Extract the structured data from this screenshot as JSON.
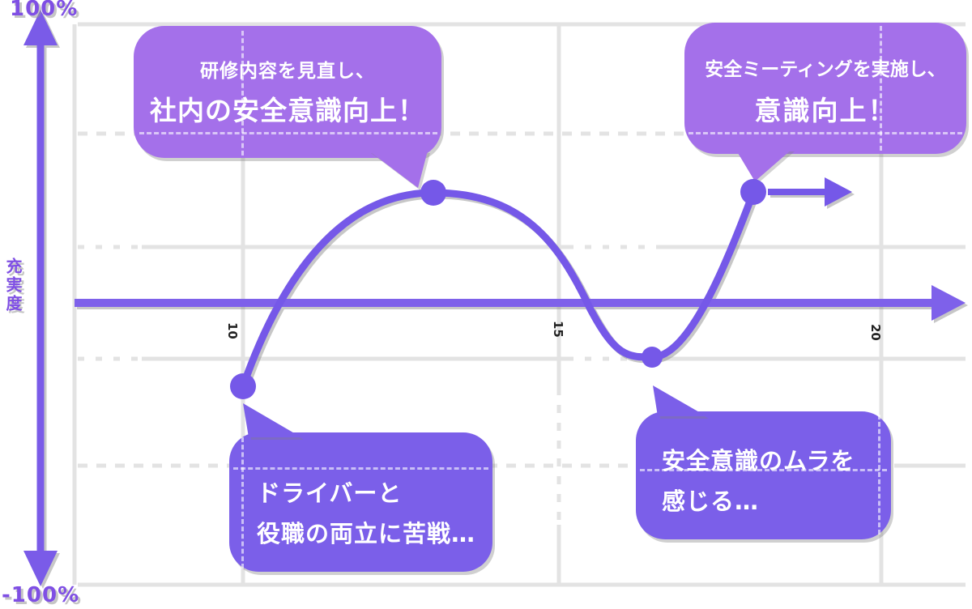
{
  "y_axis": {
    "label": "充実度",
    "top_label": "100%",
    "bottom_label": "-100%"
  },
  "x_axis": {
    "ticks": [
      "10",
      "15",
      "20"
    ]
  },
  "annotations": {
    "train": {
      "line1": "研修内容を見直し、",
      "line2": "社内の安全意識向上！"
    },
    "meeting": {
      "line1": "安全ミーティングを実施し、",
      "line2": "意識向上！"
    },
    "driver": {
      "line1": "ドライバーと",
      "line2": "役職の両立に苦戦…"
    },
    "mura": {
      "line1": "安全意識のムラを",
      "line2": "感じる…"
    }
  },
  "colors": {
    "accent_purple": "#7558e8",
    "bubble_top_purple": "#a470ea",
    "bubble_bottom_purple": "#7b5fe9",
    "grid_gray": "#e3e3e3",
    "axis_label_purple": "#7f4fe4",
    "tick_text": "#222222"
  },
  "chart_data": {
    "type": "line",
    "title": "",
    "xlabel": "",
    "ylabel": "充実度",
    "ylim_labels": [
      "-100%",
      "100%"
    ],
    "x_tick_labels": [
      "10",
      "15",
      "20"
    ],
    "grid": true,
    "points": [
      {
        "x": 10,
        "y_pct": -30,
        "annotation": "ドライバーと役職の両立に苦戦…"
      },
      {
        "x": 13,
        "y_pct": 40,
        "annotation": "研修内容を見直し、社内の安全意識向上！"
      },
      {
        "x": 16.5,
        "y_pct": -20,
        "annotation": "安全意識のムラを感じる…"
      },
      {
        "x": 18,
        "y_pct": 40,
        "annotation": "安全ミーティングを実施し、意識向上！"
      }
    ],
    "trend": "curve rises from -30% at year 10 to +40% peak, dips to -20%, rises again to +40% and continues flat to the right (arrow)"
  }
}
